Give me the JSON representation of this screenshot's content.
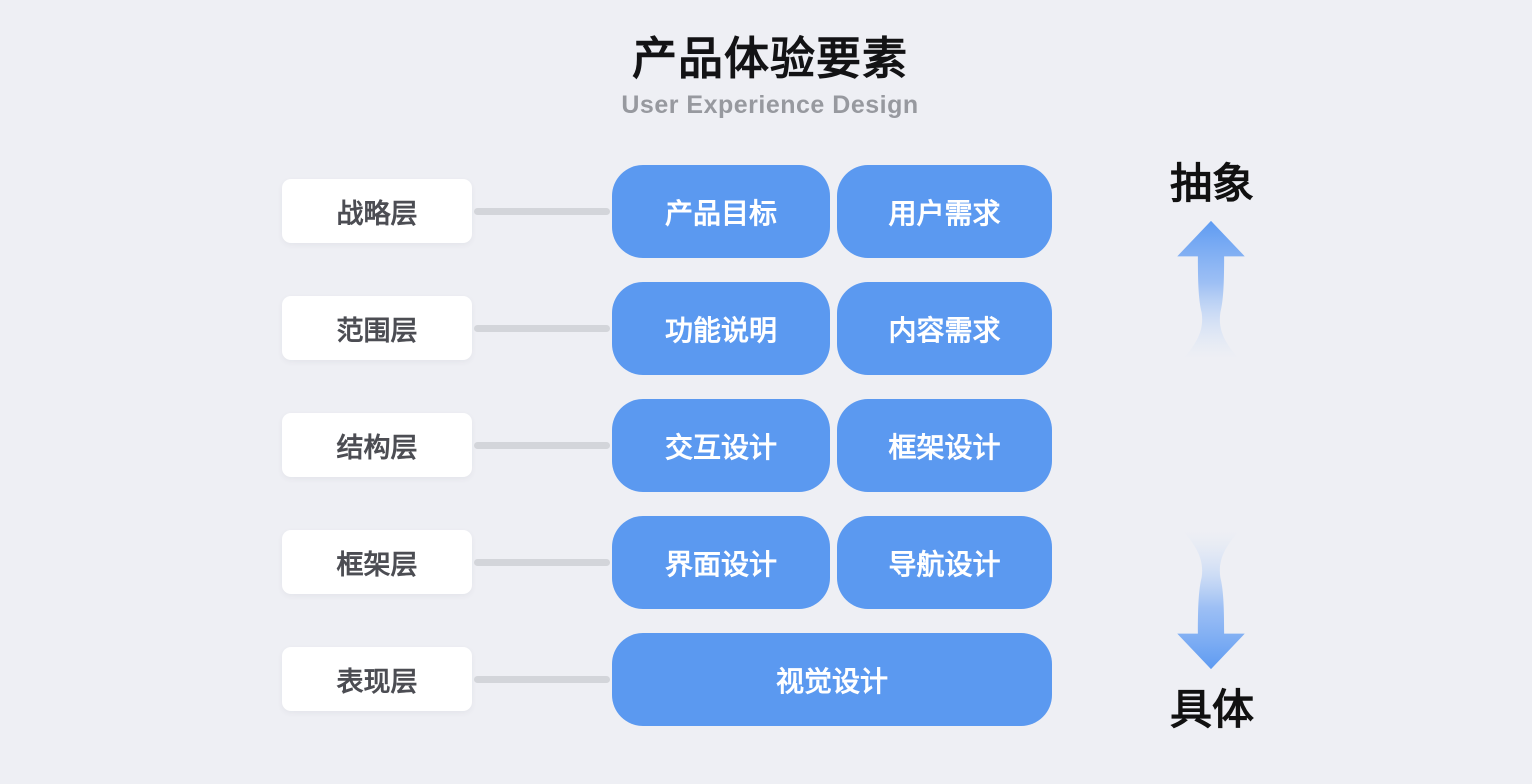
{
  "title": "产品体验要素",
  "subtitle": "User Experience Design",
  "rows": [
    {
      "label": "战略层",
      "items": [
        "产品目标",
        "用户需求"
      ]
    },
    {
      "label": "范围层",
      "items": [
        "功能说明",
        "内容需求"
      ]
    },
    {
      "label": "结构层",
      "items": [
        "交互设计",
        "框架设计"
      ]
    },
    {
      "label": "框架层",
      "items": [
        "界面设计",
        "导航设计"
      ]
    },
    {
      "label": "表现层",
      "items": [
        "视觉设计"
      ]
    }
  ],
  "axis": {
    "top_label": "抽象",
    "bottom_label": "具体",
    "up_icon": "arrow-up-icon",
    "down_icon": "arrow-down-icon"
  },
  "colors": {
    "background": "#EEEFF4",
    "item_box": "#5B99F0",
    "item_text": "#FFFFFF",
    "label_box": "#FFFFFF",
    "label_text": "#4C4D53",
    "connector": "#D3D5DA",
    "title_text": "#131315",
    "subtitle_text": "#97999F",
    "axis_text": "#111111",
    "arrow": "#5E9BF2"
  }
}
